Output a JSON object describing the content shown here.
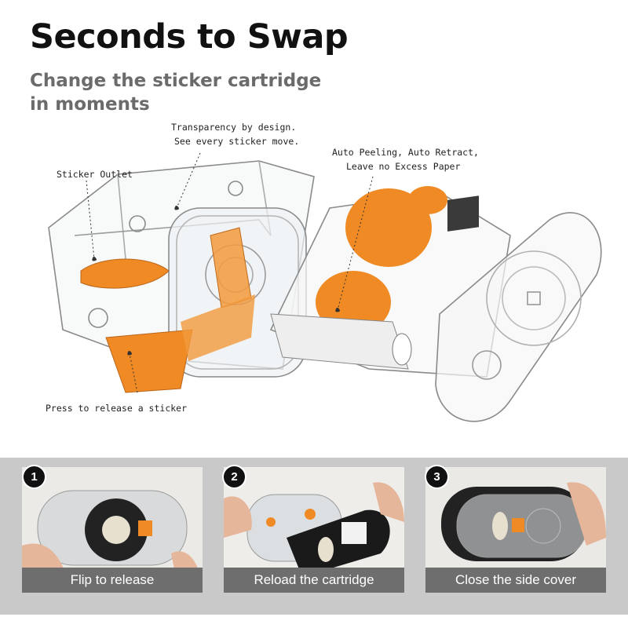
{
  "header": {
    "title": "Seconds to Swap",
    "subtitle_line1": "Change the sticker cartridge",
    "subtitle_line2": "in moments"
  },
  "annotations": {
    "transparency_line1": "Transparency by design.",
    "transparency_line2": "See every sticker move.",
    "auto_peel_line1": "Auto Peeling, Auto Retract,",
    "auto_peel_line2": "Leave no Excess Paper",
    "sticker_outlet": "Sticker Outlet",
    "press_release": "Press to release a sticker"
  },
  "steps": [
    {
      "number": "1",
      "caption": "Flip to release"
    },
    {
      "number": "2",
      "caption": "Reload the cartridge"
    },
    {
      "number": "3",
      "caption": "Close the side cover"
    }
  ],
  "colors": {
    "accent_orange": "#f08a24",
    "title_text": "#111111",
    "subtitle_text": "#6b6b6b",
    "band_gray": "#c9c9c9",
    "caption_bg": "#6e6e6e"
  }
}
